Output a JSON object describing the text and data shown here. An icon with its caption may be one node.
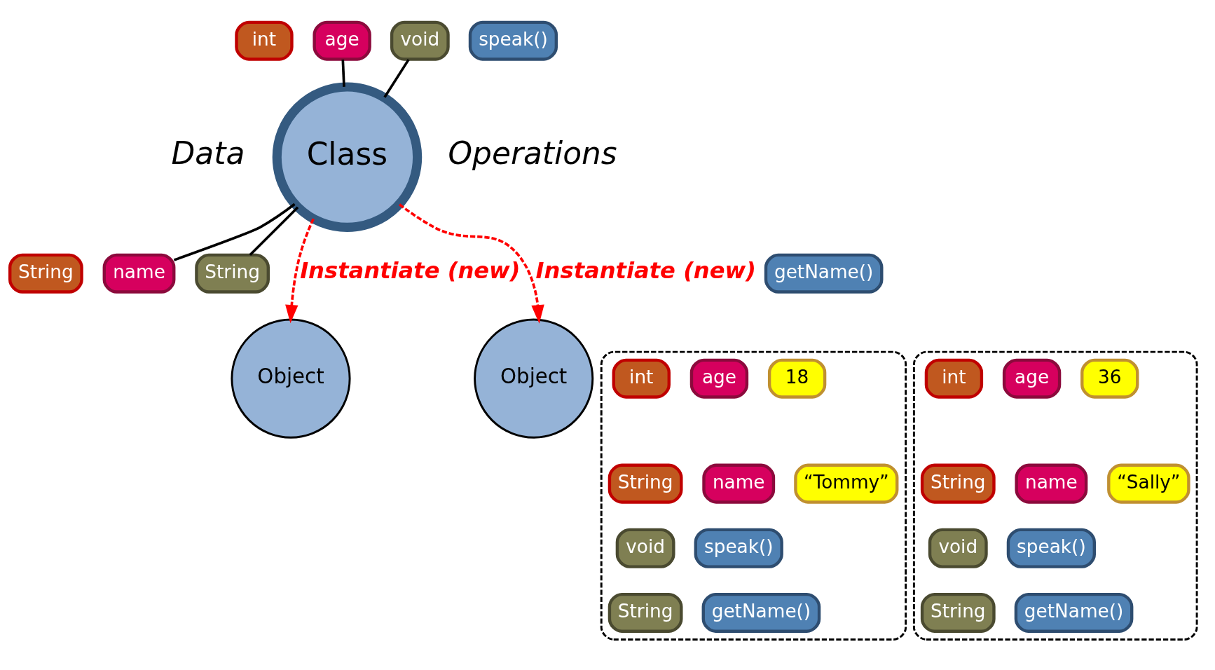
{
  "diagram": {
    "nodes": [
      {
        "text": [
          "int"
        ]
      },
      {
        "text": [
          "age"
        ]
      },
      {
        "text": [
          "Class"
        ]
      },
      {
        "text": [
          "void"
        ]
      },
      {
        "text": [
          "speak()"
        ]
      },
      {
        "text": [
          "String"
        ]
      },
      {
        "text": [
          "name"
        ]
      },
      {
        "text": [
          "String"
        ]
      },
      {
        "text": [
          "getName()"
        ]
      },
      {
        "text": [
          "Object"
        ]
      },
      {
        "text": [],
        "shape": "box"
      },
      {
        "text": [
          "int"
        ],
        "in": 10
      },
      {
        "text": [
          "age"
        ],
        "in": 10
      },
      {
        "text": [
          "18"
        ],
        "in": 10
      },
      {
        "text": [
          "String"
        ],
        "in": 10
      },
      {
        "text": [
          "name"
        ],
        "in": 10
      },
      {
        "text": [
          "“Tommy”"
        ],
        "in": 10
      },
      {
        "text": [
          "void"
        ],
        "in": 10
      },
      {
        "text": [
          "speak()"
        ],
        "in": 10
      },
      {
        "text": [
          "String"
        ],
        "in": 10
      },
      {
        "text": [
          "getName()"
        ],
        "in": 10
      },
      {
        "text": [
          "Object"
        ]
      },
      {
        "text": [],
        "shape": "box"
      },
      {
        "text": [
          "int"
        ],
        "in": 22
      },
      {
        "text": [
          "age"
        ],
        "in": 22
      },
      {
        "text": [
          "36"
        ],
        "in": 22
      },
      {
        "text": [
          "String"
        ],
        "in": 22
      },
      {
        "text": [
          "name"
        ],
        "in": 22
      },
      {
        "text": [
          "“Sally”"
        ],
        "in": 22
      },
      {
        "text": [
          "void"
        ],
        "in": 22
      },
      {
        "text": [
          "speak()"
        ],
        "in": 22
      },
      {
        "text": [
          "String"
        ],
        "in": 22
      },
      {
        "text": [
          "getName()"
        ],
        "in": 22
      }
    ],
    "edges": [
      {
        "from": 1,
        "to": 2,
        "arrow": "none"
      },
      {
        "from": 6,
        "to": 2,
        "arrow": "none"
      },
      {
        "from": 2,
        "to": 3,
        "arrow": "none"
      },
      {
        "from": 2,
        "to": 7,
        "arrow": "none"
      },
      {
        "from": 2,
        "to": 9,
        "arrow": "to",
        "label": "Instantiate (new)",
        "style": "dashed",
        "color": "#ff0000"
      },
      {
        "from": 2,
        "to": 21,
        "arrow": "to",
        "label": "Instantiate (new)",
        "style": "dashed",
        "color": "#ff0000"
      }
    ],
    "labels": [
      "Data",
      "Operations"
    ]
  }
}
